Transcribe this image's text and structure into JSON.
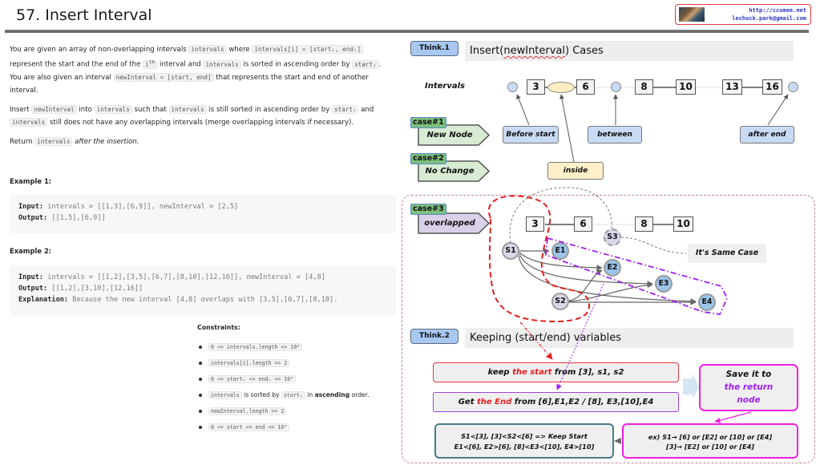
{
  "header": {
    "title": "57. Insert Interval",
    "contact_url": "http://ccumee.net",
    "contact_email": "lechuck.park@gmail.com"
  },
  "description": {
    "p1": {
      "t1": "You are given an array of non-overlapping intervals ",
      "c1": "intervals",
      "t2": " where ",
      "c2": "intervals[i] = [startᵢ, endᵢ]",
      "t3": " represent the start and the end of the ",
      "c3": "i",
      "sup": "th",
      "t4": " interval and ",
      "c4": "intervals",
      "t5": " is sorted in ascending order by ",
      "c5": "startᵢ",
      "t6": ". You are also given an interval ",
      "c6": "newInterval = [start, end]",
      "t7": " that represents the start and end of another interval."
    },
    "p2": {
      "t1": "Insert ",
      "c1": "newInterval",
      "t2": " into ",
      "c2": "intervals",
      "t3": " such that ",
      "c3": "intervals",
      "t4": " is still sorted in ascending order by ",
      "c4": "startᵢ",
      "t5": " and ",
      "c5": "intervals",
      "t6": " still does not have any overlapping intervals (merge overlapping intervals if necessary)."
    },
    "p3": {
      "t1": "Return ",
      "c1": "intervals",
      "t2": "after the insertion."
    }
  },
  "examples": [
    {
      "title": "Example 1:",
      "input_label": "Input:",
      "input": "intervals = [[1,3],[6,9]], newInterval = [2,5]",
      "output_label": "Output:",
      "output": "[[1,5],[6,9]]"
    },
    {
      "title": "Example 2:",
      "input_label": "Input:",
      "input": "intervals = [[1,2],[3,5],[6,7],[8,10],[12,16]], newInterval = [4,8]",
      "output_label": "Output:",
      "output": "[[1,2],[3,10],[12,16]]",
      "explanation_label": "Explanation:",
      "explanation": "Because the new interval [4,8] overlaps with [3,5],[6,7],[8,10]."
    }
  ],
  "constraints": {
    "title": "Constraints:",
    "items": [
      {
        "code": "0 <= intervals.length <= 10⁴"
      },
      {
        "code": "intervals[i].length == 2"
      },
      {
        "code": "0 <= startᵢ <= endᵢ <= 10⁵"
      },
      {
        "code": "intervals",
        "text1": " is sorted by ",
        "code2": "startᵢ",
        "text2": " in ",
        "bold": "ascending",
        "text3": " order."
      },
      {
        "code": "newInterval.length == 2"
      },
      {
        "code": "0 <= start <= end <= 10⁵"
      }
    ]
  },
  "diagram": {
    "think1": {
      "tag": "Think.1",
      "title_pre": "Insert(",
      "title_squiggle": "newInterval",
      "title_post": ") Cases"
    },
    "intervals_label": "Intervals",
    "row1_nodes": [
      "3",
      "6",
      "8",
      "10",
      "13",
      "16"
    ],
    "case1": {
      "tag": "case#1",
      "label": "New Node"
    },
    "case2": {
      "tag": "case#2",
      "label": "No Change"
    },
    "case3": {
      "tag": "case#3",
      "label": "overlapped"
    },
    "position_labels": {
      "before_start": "Before start",
      "between": "between",
      "after_end": "after end",
      "inside": "inside"
    },
    "row2_nodes": [
      "3",
      "6",
      "8",
      "10"
    ],
    "graph_nodes": {
      "s1": "S1",
      "s2": "S2",
      "s3": "S3",
      "e1": "E1",
      "e2": "E2",
      "e3": "E3",
      "e4": "E4"
    },
    "same_case": "It's Same Case",
    "think2": {
      "tag": "Think.2",
      "title": "Keeping (start/end) variables"
    },
    "keep_start": {
      "pre": "keep ",
      "highlight": "the start",
      "post": " from [3], s1, s2"
    },
    "get_end": {
      "pre": "Get ",
      "highlight": "the End",
      "post": " from [6],E1,E2 / [8], E3,[10],E4"
    },
    "save_box": {
      "line1": "Save it to",
      "line2": "the return",
      "line3": "node"
    },
    "condition_box": {
      "line1": "S1<[3], [3]<S2<[6] => Keep Start",
      "line2": "E1<[6], E2>[6], [8]<E3<[10], E4>[10]"
    },
    "example_box": {
      "line1": "ex) S1→ [6] or [E2] or [10] or [E4]",
      "line2": "[3]→ [E2] or [10] or [E4]"
    }
  },
  "colors": {
    "think_tag": "#a8c8f0",
    "case_tag": "#7cc07c",
    "case_arrow_green": "#d8ecd4",
    "case_arrow_purple": "#d8d0e8",
    "red_highlight": "#e52020",
    "purple_highlight": "#a020f0",
    "magenta_border": "#f020e0",
    "blue_node": "#9cc4ea",
    "start_node": "#dcd6ea"
  }
}
